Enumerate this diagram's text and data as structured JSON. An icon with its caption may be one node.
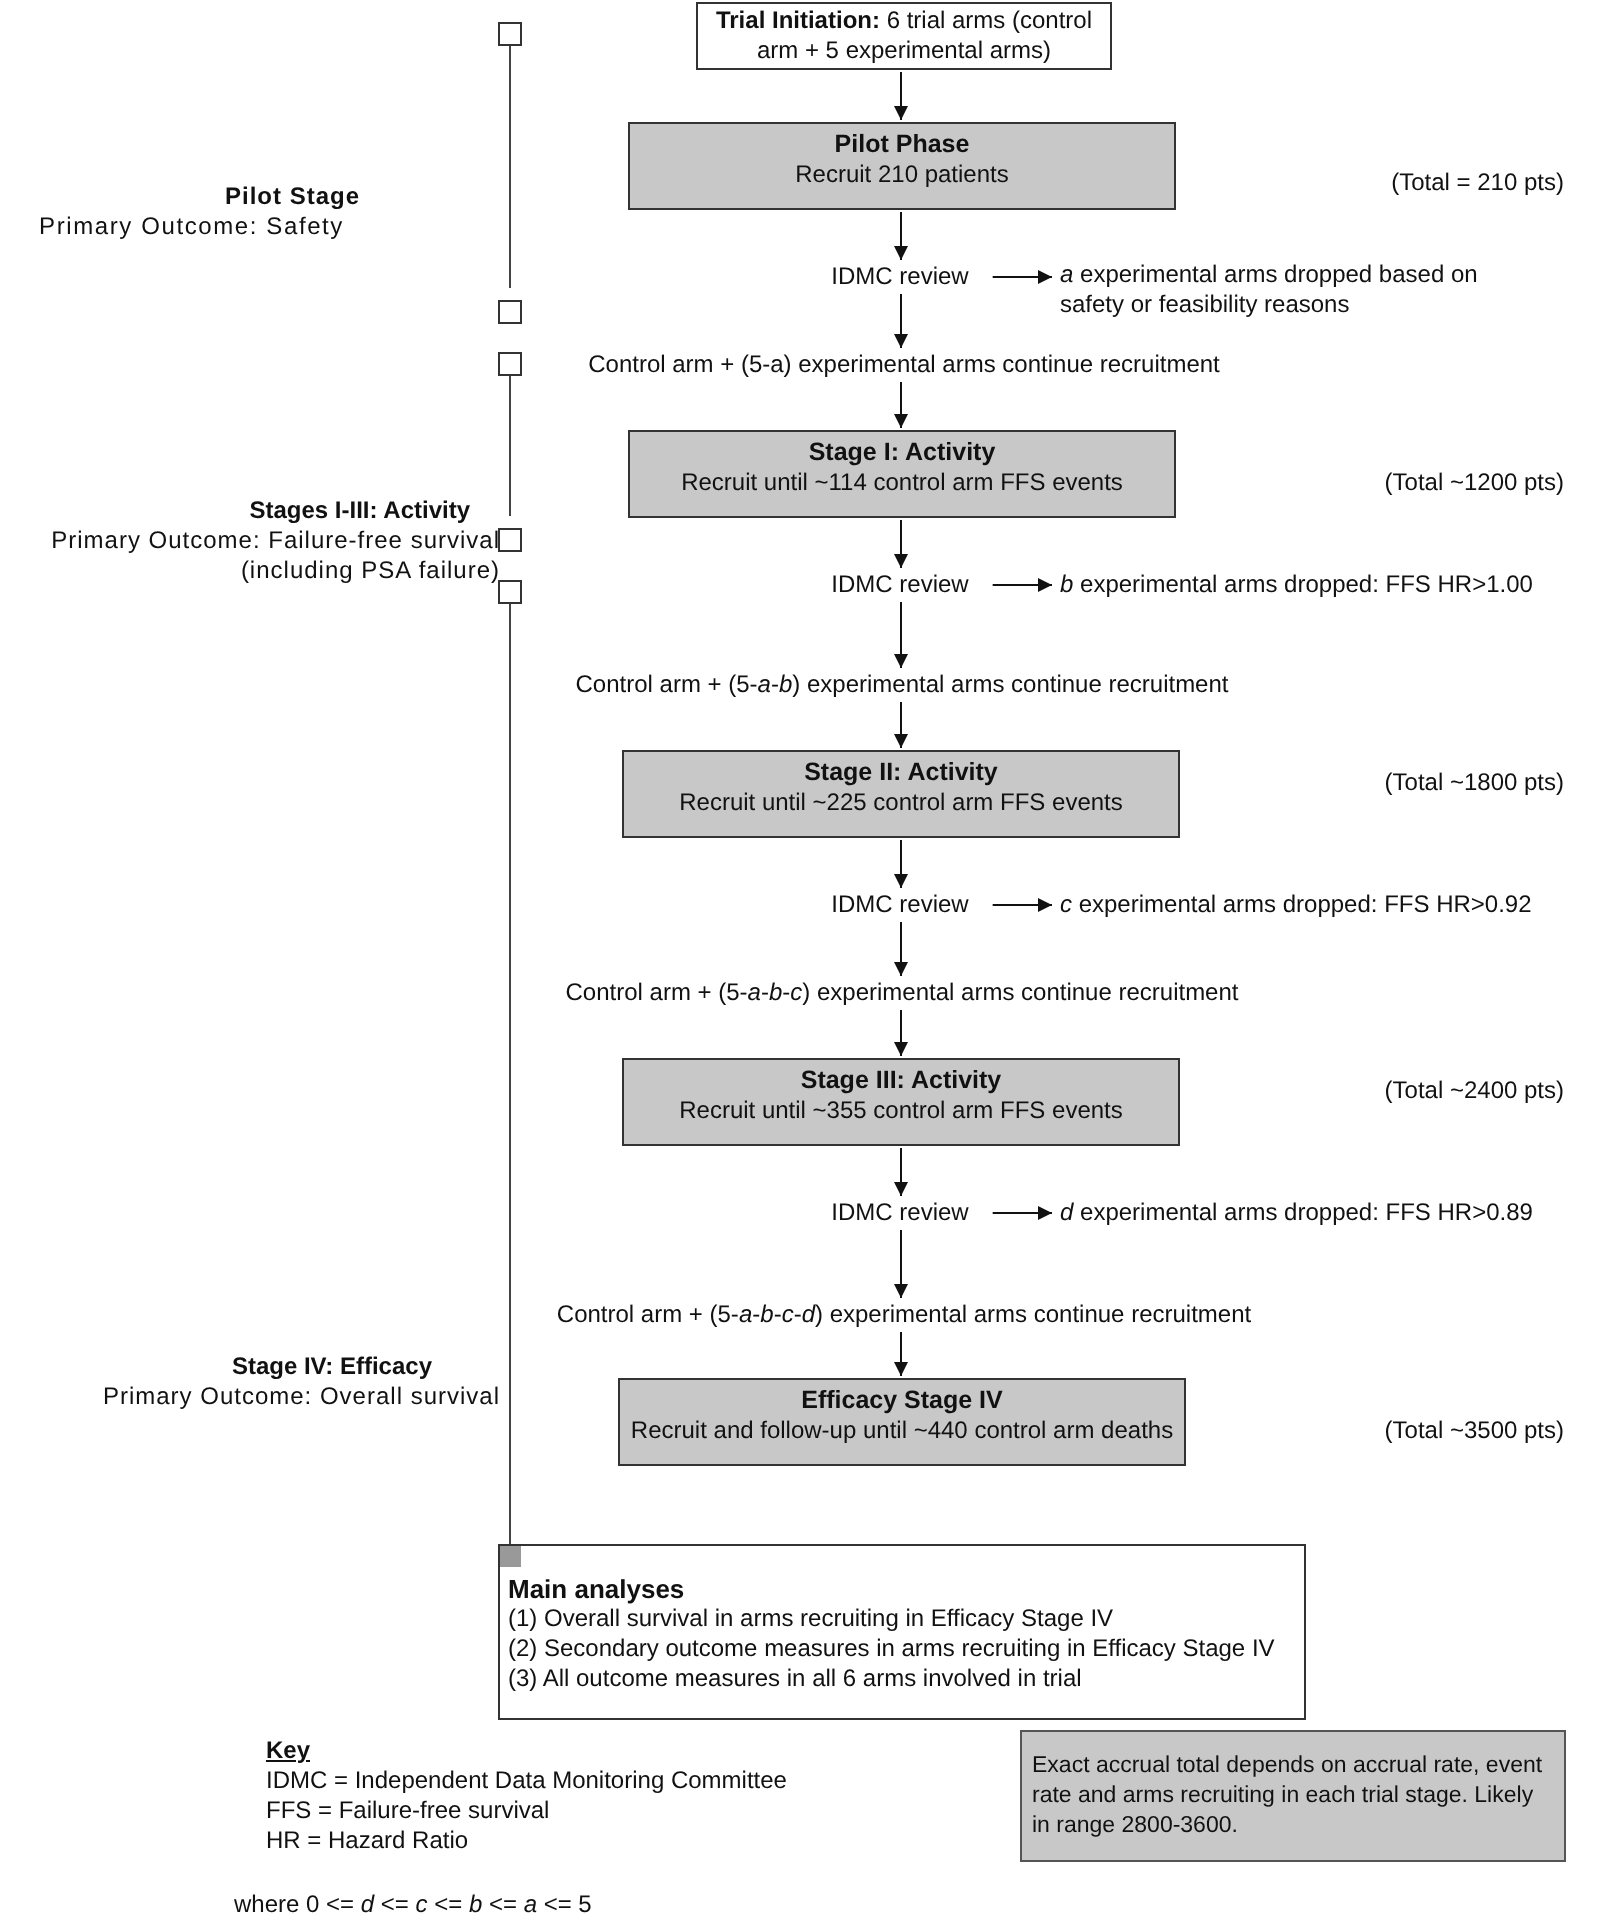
{
  "diagram": {
    "nodes": [
      {
        "text": [
          "**Trial Initiation:** 6 trial arms (control arm + 5 experimental arms)"
        ]
      },
      {
        "text": [
          "Pilot Phase",
          "Recruit 210 patients"
        ]
      },
      {
        "text": [
          "IDMC review"
        ]
      },
      {
        "text": [
          "*a* experimental arms dropped based on safety or feasibility reasons"
        ]
      },
      {
        "text": [
          "Control arm + (5-a) experimental arms continue recruitment"
        ]
      },
      {
        "text": [
          "Stage I: Activity",
          "Recruit until ~114 control arm FFS events"
        ]
      },
      {
        "text": [
          "IDMC review"
        ]
      },
      {
        "text": [
          "*b* experimental arms dropped: FFS HR>1.00"
        ]
      },
      {
        "text": [
          "Control arm + (5-*a*-*b*) experimental arms continue recruitment"
        ]
      },
      {
        "text": [
          "Stage II: Activity",
          "Recruit until ~225 control arm FFS events"
        ]
      },
      {
        "text": [
          "IDMC review"
        ]
      },
      {
        "text": [
          "*c* experimental arms dropped: FFS HR>0.92"
        ]
      },
      {
        "text": [
          "Control arm + (5-*a*-*b*-*c*) experimental arms continue recruitment"
        ]
      },
      {
        "text": [
          "Stage III: Activity",
          "Recruit until ~355 control arm FFS events"
        ]
      },
      {
        "text": [
          "IDMC review"
        ]
      },
      {
        "text": [
          "*d* experimental arms dropped: FFS HR>0.89"
        ]
      },
      {
        "text": [
          "Control arm + (5-*a*-*b*-*c*-*d*) experimental arms continue recruitment"
        ]
      },
      {
        "text": [
          "Efficacy Stage IV",
          "Recruit and follow-up until ~440 control arm deaths"
        ]
      },
      {
        "text": [
          "Main analyses",
          "(1) Overall survival in arms recruiting in Efficacy Stage IV",
          "(2) Secondary outcome measures in arms recruiting in Efficacy Stage IV",
          "(3) All outcome measures in all 6 arms involved in trial"
        ]
      },
      {
        "text": [
          "Exact accrual total depends on accrual rate, event rate and arms recruiting in each trial stage. Likely in range 2800-3600."
        ]
      }
    ],
    "edges": [
      {
        "from": 0,
        "to": 1,
        "arrow": "to"
      },
      {
        "from": 1,
        "to": 2,
        "arrow": "to"
      },
      {
        "from": 2,
        "to": 3,
        "arrow": "to"
      },
      {
        "from": 2,
        "to": 4,
        "arrow": "to"
      },
      {
        "from": 4,
        "to": 5,
        "arrow": "to"
      },
      {
        "from": 5,
        "to": 6,
        "arrow": "to"
      },
      {
        "from": 6,
        "to": 7,
        "arrow": "to"
      },
      {
        "from": 6,
        "to": 8,
        "arrow": "to"
      },
      {
        "from": 8,
        "to": 9,
        "arrow": "to"
      },
      {
        "from": 9,
        "to": 10,
        "arrow": "to"
      },
      {
        "from": 10,
        "to": 11,
        "arrow": "to"
      },
      {
        "from": 10,
        "to": 12,
        "arrow": "to"
      },
      {
        "from": 12,
        "to": 13,
        "arrow": "to"
      },
      {
        "from": 13,
        "to": 14,
        "arrow": "to"
      },
      {
        "from": 14,
        "to": 15,
        "arrow": "to"
      },
      {
        "from": 14,
        "to": 16,
        "arrow": "to"
      },
      {
        "from": 16,
        "to": 17,
        "arrow": "to"
      }
    ],
    "labels": [
      "Pilot Stage",
      "(Total = 210 pts)",
      "Primary Outcome: Safety",
      "(Total ~1200 pts)",
      "Stages I-III: Activity",
      "Primary Outcome: Failure-free survival (including PSA failure)",
      "(Total ~1800 pts)",
      "(Total ~2400 pts)",
      "Stage IV: Efficacy",
      "Primary Outcome: Overall survival",
      "(Total ~3500 pts)",
      "Key",
      "IDMC = Independent Data Monitoring Committee",
      "FFS = Failure-free survival",
      "HR = Hazard Ratio",
      "where 0 <= *d* <= *c* <= *b* <= *a* <= 5"
    ]
  }
}
